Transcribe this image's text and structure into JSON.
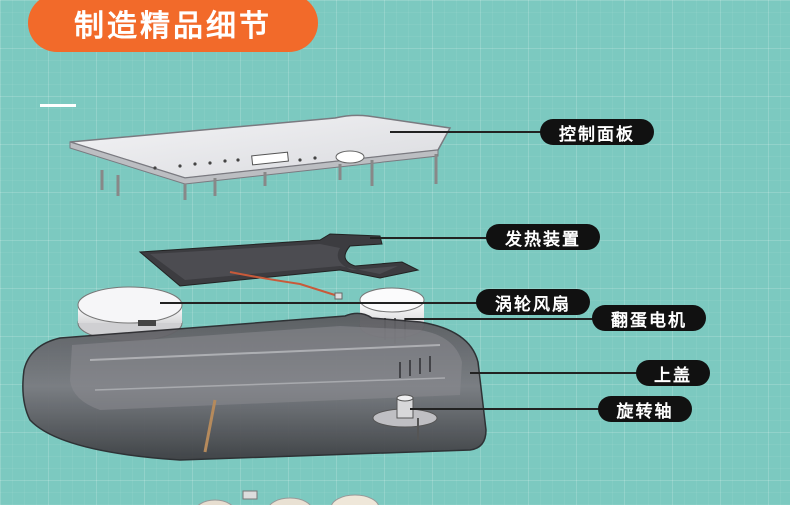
{
  "header": {
    "title": "制造精品细节"
  },
  "callouts": [
    {
      "id": "control-panel",
      "label": "控制面板"
    },
    {
      "id": "heating-device",
      "label": "发热装置"
    },
    {
      "id": "turbo-fan",
      "label": "涡轮风扇"
    },
    {
      "id": "egg-turning-motor",
      "label": "翻蛋电机"
    },
    {
      "id": "top-cover",
      "label": "上盖"
    },
    {
      "id": "rotating-shaft",
      "label": "旋转轴"
    }
  ]
}
